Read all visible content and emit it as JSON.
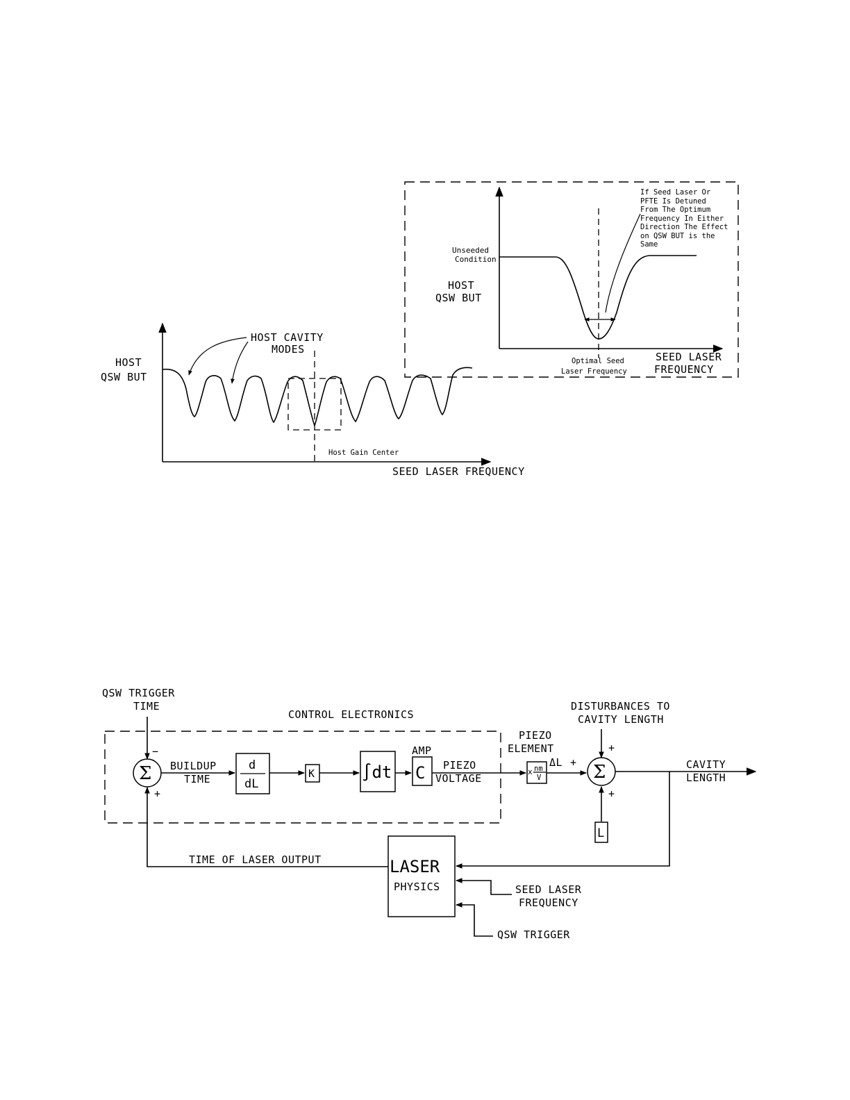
{
  "top_figure": {
    "y_label_line1": "HOST",
    "y_label_line2": "QSW BUT",
    "x_label": "SEED LASER FREQUENCY",
    "modes_label_line1": "HOST CAVITY",
    "modes_label_line2": "MODES",
    "gain_center_label": "Host Gain Center",
    "inset": {
      "y_label_line1": "HOST",
      "y_label_line2": "QSW BUT",
      "unseeded_line1": "Unseeded",
      "unseeded_line2": "Condition",
      "x_label_line1": "SEED LASER",
      "x_label_line2": "FREQUENCY",
      "optimal_line1": "Optimal Seed",
      "optimal_line2": "Laser Frequency",
      "note_lines": [
        "If Seed Laser Or",
        "PFTE Is Detuned",
        "From The Optimum",
        "Frequency In Either",
        "Direction The Effect",
        "on QSW BUT is the",
        "Same"
      ]
    }
  },
  "block_diagram": {
    "qsw_trigger_time_line1": "QSW TRIGGER",
    "qsw_trigger_time_line2": "TIME",
    "control_electronics": "CONTROL ELECTRONICS",
    "sum_symbol": "Σ",
    "minus_sign": "−",
    "plus_sign": "+",
    "buildup_line1": "BUILDUP",
    "buildup_line2": "TIME",
    "deriv_top": "d",
    "deriv_bottom": "dL",
    "gain_k": "K",
    "integral_label": "∫dt",
    "amp_label": "AMP",
    "amp_symbol": "C",
    "piezo_voltage_line1": "PIEZO",
    "piezo_voltage_line2": "VOLTAGE",
    "piezo_element_line1": "PIEZO",
    "piezo_element_line2": "ELEMENT",
    "piezo_gain_x": "x",
    "piezo_gain_num": "nm",
    "piezo_gain_den": "V",
    "delta_l": "ΔL",
    "disturbances_line1": "DISTURBANCES TO",
    "disturbances_line2": "CAVITY LENGTH",
    "cavity_length_line1": "CAVITY",
    "cavity_length_line2": "LENGTH",
    "l_block": "L",
    "laser_physics_line1": "LASER",
    "laser_physics_line2": "PHYSICS",
    "time_of_laser_output": "TIME OF LASER OUTPUT",
    "seed_laser_freq_line1": "SEED LASER",
    "seed_laser_freq_line2": "FREQUENCY",
    "qsw_trigger": "QSW TRIGGER"
  }
}
